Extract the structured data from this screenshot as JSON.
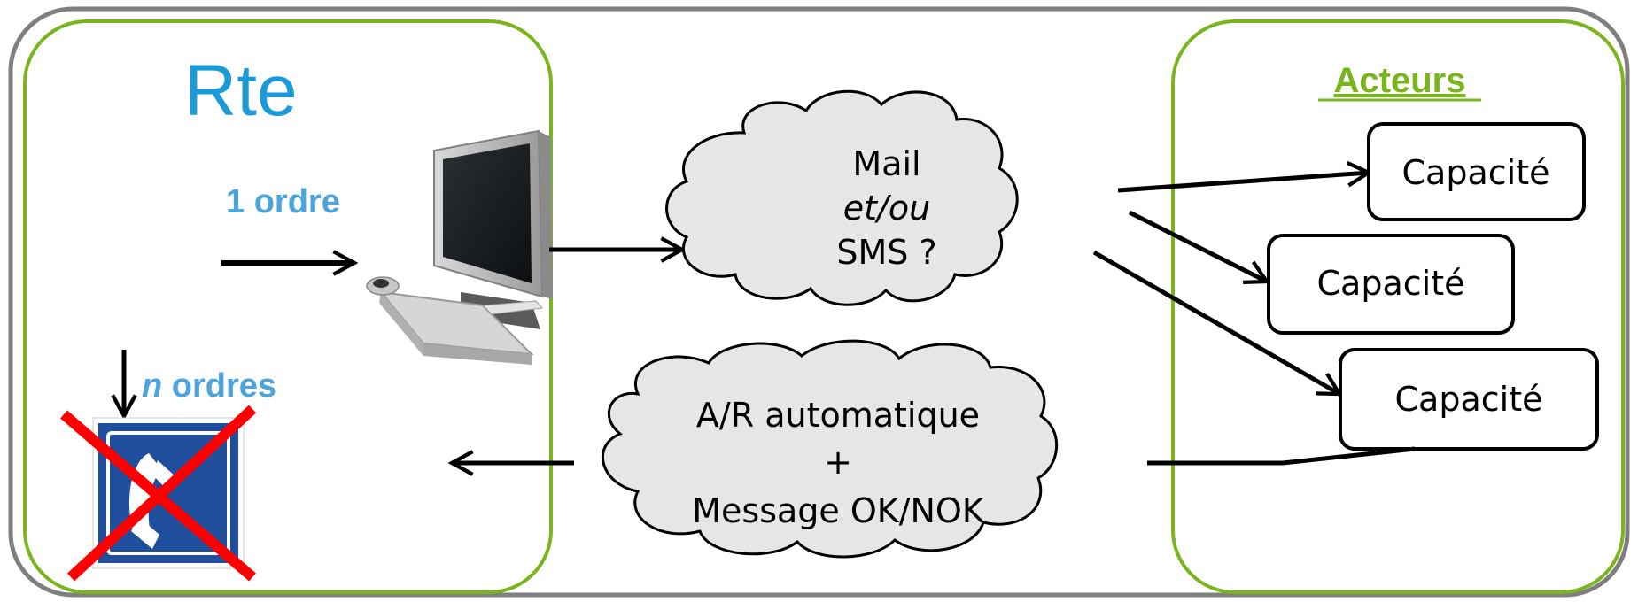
{
  "logo": {
    "text": "Rte",
    "color": "#1a9ad6"
  },
  "left_panel": {
    "one_order": "1 ordre",
    "n_letter": "n",
    "n_orders_rest": " ordres",
    "phone_sign_icon": "phone-sign-icon",
    "computer_icon": "desktop-computer-icon"
  },
  "cloud_top": {
    "line1": "Mail",
    "line2": "et/ou",
    "line3": "SMS ?"
  },
  "cloud_bottom": {
    "line1": "A/R automatique",
    "line2": "+",
    "line3": "Message OK/NOK"
  },
  "actors": {
    "title": "Acteurs",
    "boxes": [
      "Capacité",
      "Capacité",
      "Capacité"
    ]
  },
  "colors": {
    "panel_border": "#7ab51d",
    "outer_border": "#7f7f7f",
    "cloud_fill": "#e6e6e6",
    "label_blue": "#4da3dc",
    "cross_red": "#ff0000",
    "sign_blue": "#1e4e9c"
  }
}
